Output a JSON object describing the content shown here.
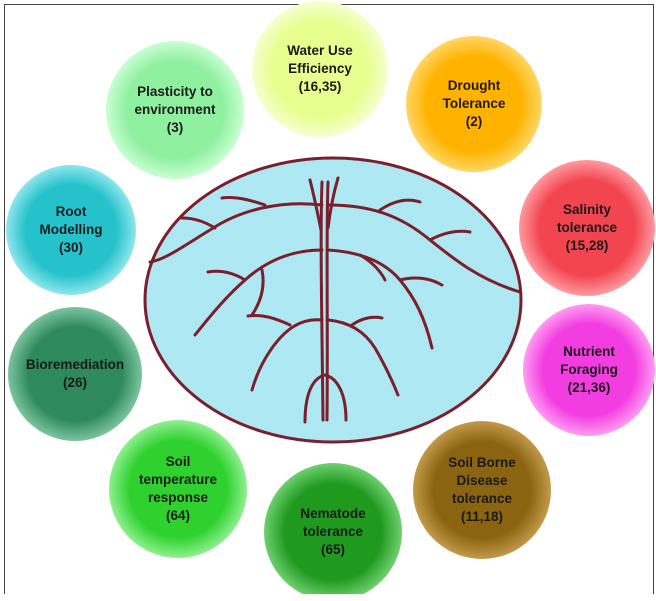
{
  "center": {
    "fill": "#aee8f2",
    "stroke": "#7a1f2b",
    "root_color": "#7a1f2b"
  },
  "traits": [
    {
      "id": "water-use-efficiency",
      "label": "Water Use\nEfficiency\n(16,35)",
      "color": "#e6ff8f",
      "edge": "#f5ffd0"
    },
    {
      "id": "drought-tolerance",
      "label": "Drought\nTolerance\n(2)",
      "color": "#ffb300",
      "edge": "#ffd666"
    },
    {
      "id": "salinity-tolerance",
      "label": "Salinity\ntolerance\n(15,28)",
      "color": "#f2454f",
      "edge": "#ff9aa0"
    },
    {
      "id": "nutrient-foraging",
      "label": "Nutrient\nForaging\n(21,36)",
      "color": "#f23ee0",
      "edge": "#ff9cf2"
    },
    {
      "id": "soil-borne-disease-tolerance",
      "label": "Soil Borne\nDisease\ntolerance\n(11,18)",
      "color": "#8a6410",
      "edge": "#c29a4a"
    },
    {
      "id": "nematode-tolerance",
      "label": "Nematode\ntolerance\n(65)",
      "color": "#1f9a1f",
      "edge": "#6fd06f"
    },
    {
      "id": "soil-temperature-response",
      "label": "Soil\ntemperature\nresponse\n(64)",
      "color": "#2ed12e",
      "edge": "#8ff08f"
    },
    {
      "id": "bioremediation",
      "label": "Bioremediation\n(26)",
      "color": "#2e8a5c",
      "edge": "#7cc4a0"
    },
    {
      "id": "root-modelling",
      "label": "Root\nModelling\n(30)",
      "color": "#26c2cc",
      "edge": "#8fe6ec"
    },
    {
      "id": "plasticity-to-environment",
      "label": "Plasticity to\nenvironment\n(3)",
      "color": "#8ff0a0",
      "edge": "#c8ffd2"
    }
  ]
}
